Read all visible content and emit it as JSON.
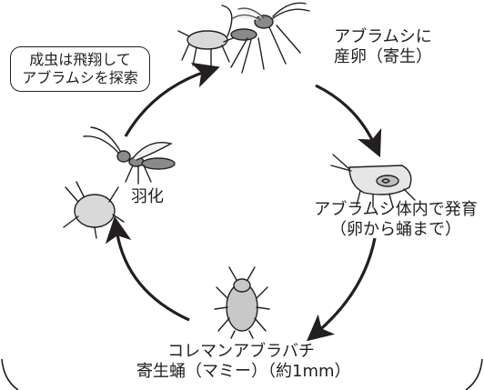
{
  "callout": {
    "line1": "成虫は飛翔して",
    "line2": "アブラムシを探索"
  },
  "stages": {
    "oviposit": {
      "line1": "アブラムシに",
      "line2": "産卵（寄生）"
    },
    "develop": {
      "line1": "アブラムシ体内で発育",
      "line2": "（卵から蛹まで）"
    },
    "pupa": {
      "line1": "コレマンアブラバチ",
      "line2": "寄生蛹（マミー）（約1mm）"
    },
    "emerge": {
      "label": "羽化"
    }
  },
  "colors": {
    "ink": "#231f20",
    "body_fill": "#d9d9d9",
    "mummy_fill": "#c8c8c8",
    "wasp_fill": "#8a8a8a"
  }
}
